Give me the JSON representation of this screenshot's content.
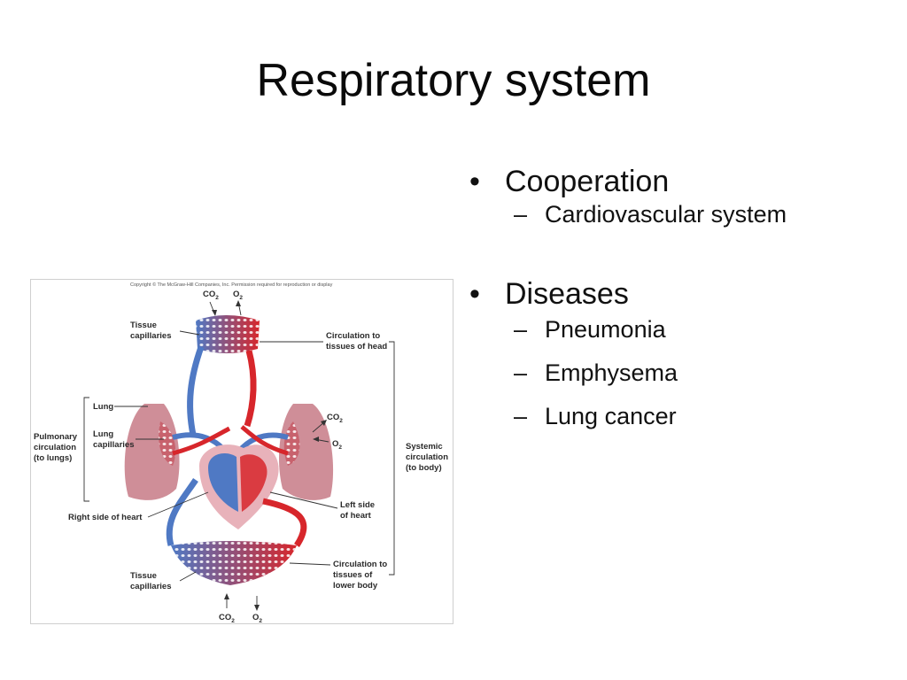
{
  "slide": {
    "title": "Respiratory system"
  },
  "bullets": [
    {
      "label": "Cooperation",
      "subitems": [
        "Cardiovascular system"
      ]
    },
    {
      "label": "Diseases",
      "subitems": [
        "Pneumonia",
        "Emphysema",
        "Lung cancer"
      ]
    }
  ],
  "diagram": {
    "copyright": "Copyright © The McGraw-Hill Companies, Inc. Permission required for reproduction or display",
    "labels": {
      "co2": "CO",
      "o2": "O",
      "sub2": "2",
      "tissue_capillaries_line1": "Tissue",
      "tissue_capillaries_line2": "capillaries",
      "circulation_head_line1": "Circulation to",
      "circulation_head_line2": "tissues of head",
      "lung": "Lung",
      "lung_capillaries_line1": "Lung",
      "lung_capillaries_line2": "capillaries",
      "pulmonary_line1": "Pulmonary",
      "pulmonary_line2": "circulation",
      "pulmonary_line3": "(to lungs)",
      "systemic_line1": "Systemic",
      "systemic_line2": "circulation",
      "systemic_line3": "(to body)",
      "right_heart": "Right side of heart",
      "left_heart_line1": "Left side",
      "left_heart_line2": "of heart",
      "circulation_lower_line1": "Circulation to",
      "circulation_lower_line2": "tissues of",
      "circulation_lower_line3": "lower body"
    },
    "colors": {
      "oxygenated": "#d7262b",
      "deoxygenated": "#4f79c4",
      "lung": "#cf8e98",
      "heart": "#e8b2ba"
    }
  }
}
